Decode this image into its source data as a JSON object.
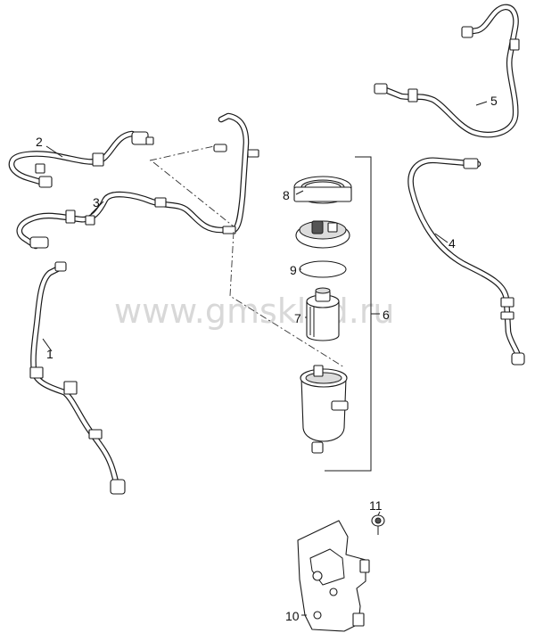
{
  "watermark": "www.gmsklad.ru",
  "callouts": {
    "p1": "1",
    "p2": "2",
    "p3": "3",
    "p4": "4",
    "p5": "5",
    "p6": "6",
    "p7": "7",
    "p8": "8",
    "p9": "9",
    "p10": "10",
    "p11": "11"
  }
}
